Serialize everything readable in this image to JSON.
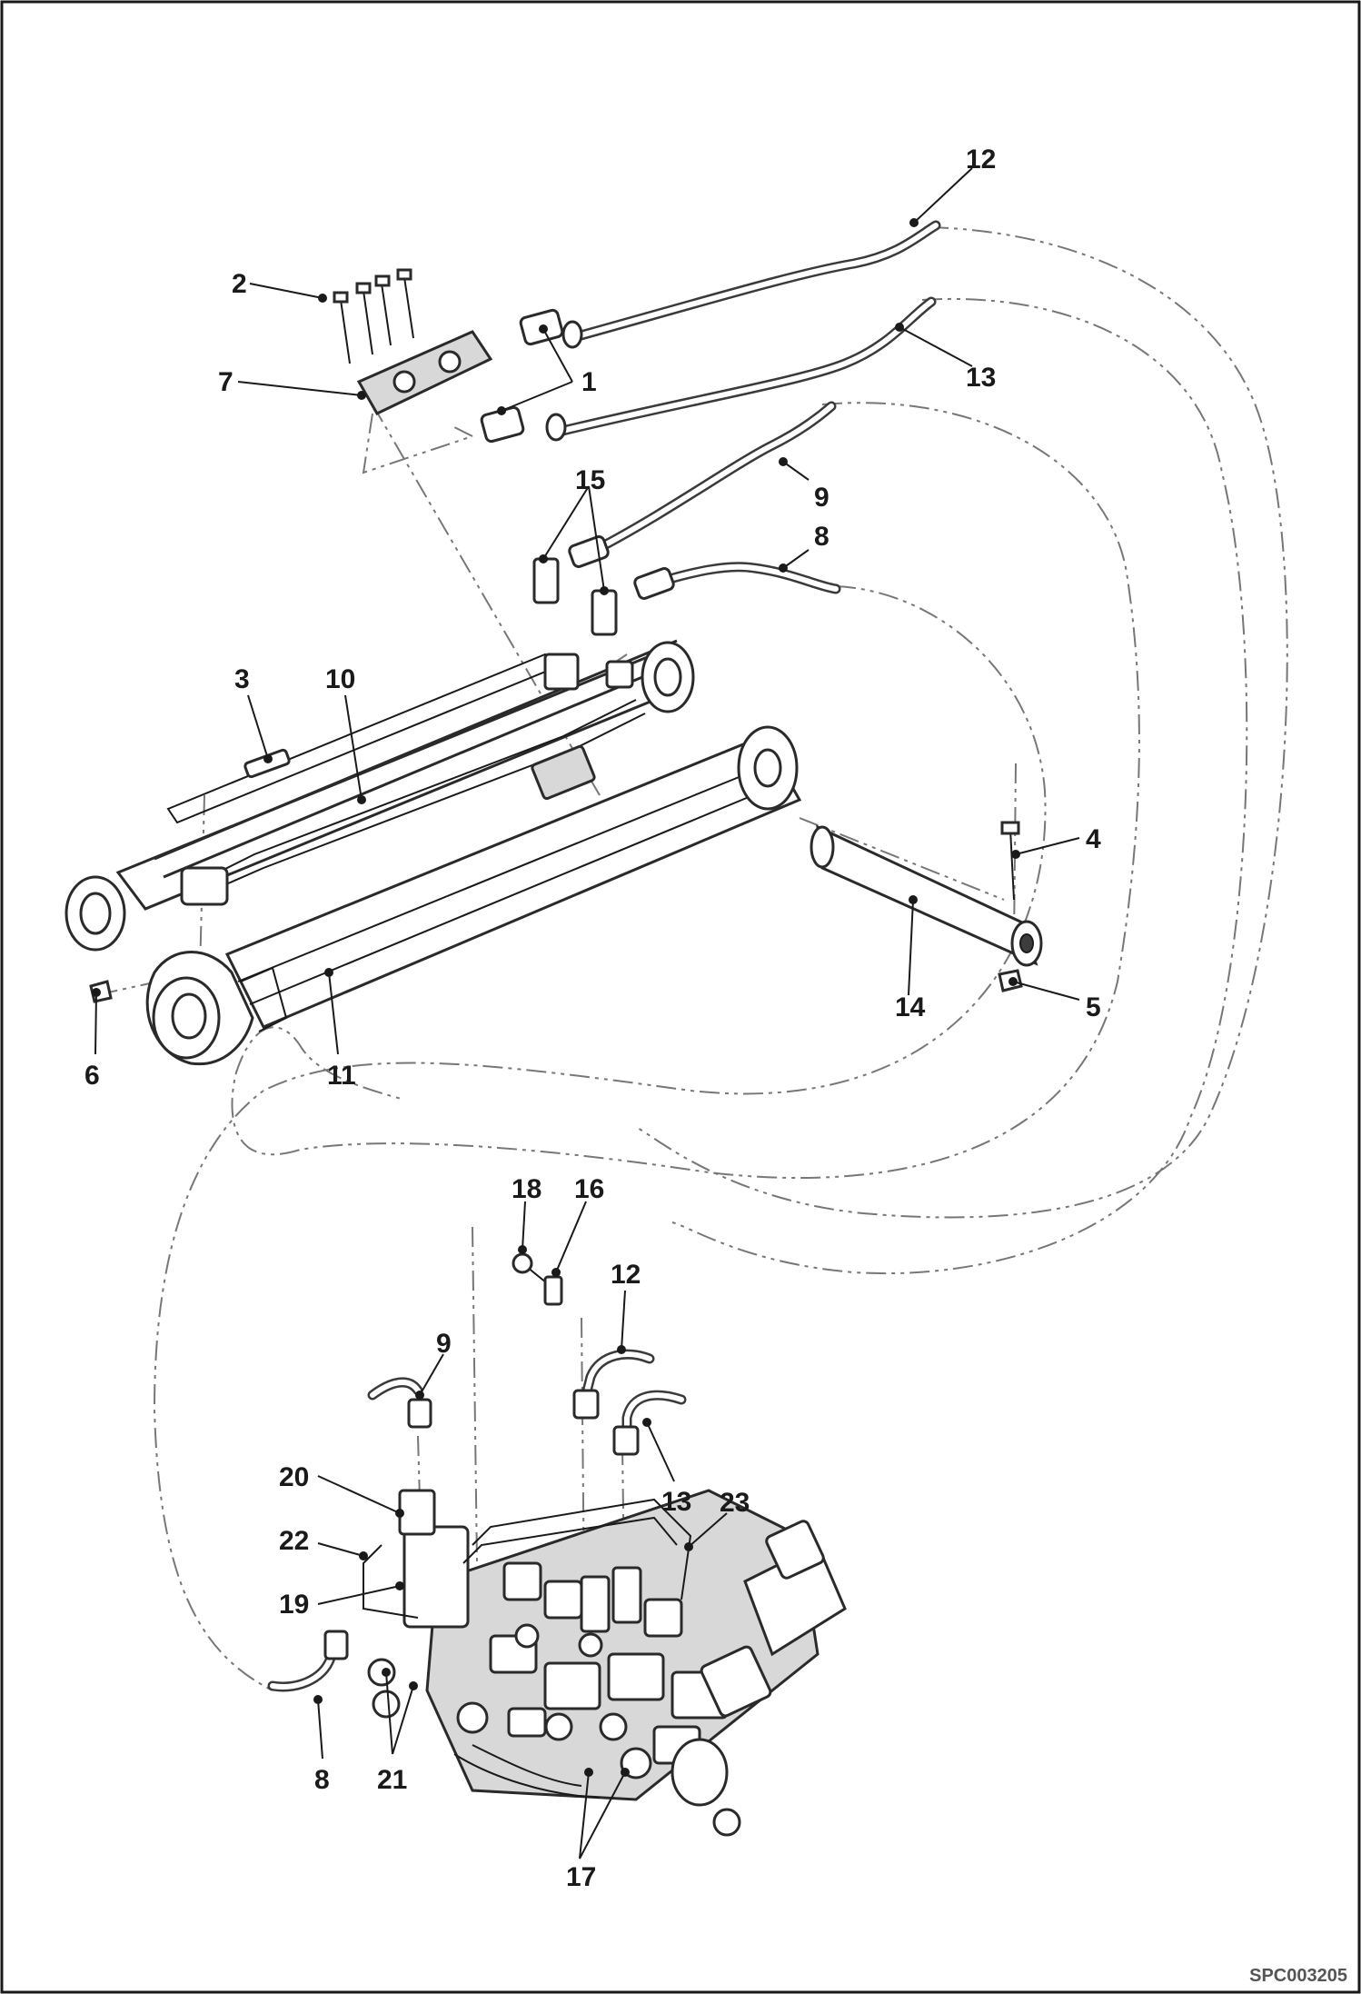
{
  "diagram": {
    "callouts": [
      {
        "id": "c1",
        "label": "1"
      },
      {
        "id": "c2",
        "label": "2"
      },
      {
        "id": "c3",
        "label": "3"
      },
      {
        "id": "c4",
        "label": "4"
      },
      {
        "id": "c5",
        "label": "5"
      },
      {
        "id": "c6",
        "label": "6"
      },
      {
        "id": "c7",
        "label": "7"
      },
      {
        "id": "c8a",
        "label": "8"
      },
      {
        "id": "c8b",
        "label": "8"
      },
      {
        "id": "c9a",
        "label": "9"
      },
      {
        "id": "c9b",
        "label": "9"
      },
      {
        "id": "c10",
        "label": "10"
      },
      {
        "id": "c11",
        "label": "11"
      },
      {
        "id": "c12a",
        "label": "12"
      },
      {
        "id": "c12b",
        "label": "12"
      },
      {
        "id": "c13a",
        "label": "13"
      },
      {
        "id": "c13b",
        "label": "13"
      },
      {
        "id": "c14",
        "label": "14"
      },
      {
        "id": "c15",
        "label": "15"
      },
      {
        "id": "c16",
        "label": "16"
      },
      {
        "id": "c17",
        "label": "17"
      },
      {
        "id": "c18",
        "label": "18"
      },
      {
        "id": "c19",
        "label": "19"
      },
      {
        "id": "c20",
        "label": "20"
      },
      {
        "id": "c21",
        "label": "21"
      },
      {
        "id": "c22",
        "label": "22"
      },
      {
        "id": "c23",
        "label": "23"
      }
    ],
    "reference_code": "SPC003205"
  }
}
